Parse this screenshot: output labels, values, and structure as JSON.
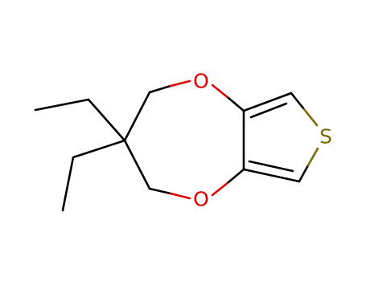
{
  "colors": {
    "background": "#ffffff",
    "carbon_bond": "#000000",
    "oxygen": "#e00000",
    "sulfur": "#7a6a00"
  },
  "atoms": {
    "o_top": {
      "label": "O",
      "element": "oxygen"
    },
    "o_bottom": {
      "label": "O",
      "element": "oxygen"
    },
    "s": {
      "label": "S",
      "element": "sulfur"
    }
  }
}
